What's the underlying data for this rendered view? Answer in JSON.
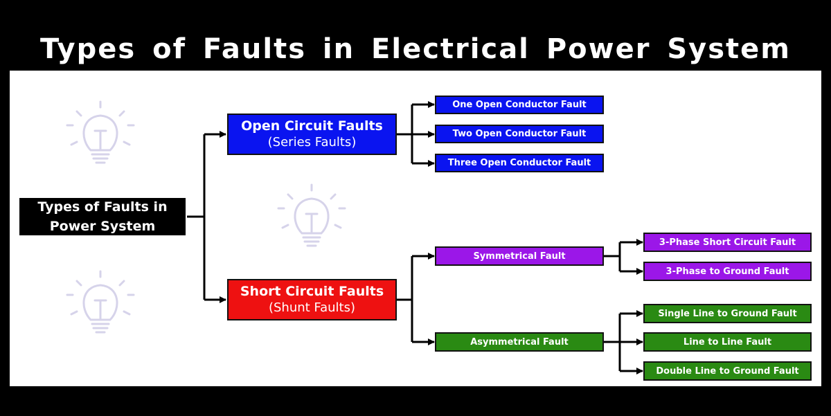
{
  "title": "Types of Faults in Electrical Power System",
  "colors": {
    "open": "#0a14f0",
    "short": "#ee1111",
    "symmetrical": "#9b17e8",
    "asymmetrical": "#2a8a13",
    "root": "#000000",
    "bulb": "#d6d3ea"
  },
  "diagram": {
    "root": {
      "line1": "Types of Faults in",
      "line2": "Power System"
    },
    "open_circuit": {
      "label": "Open Circuit Faults",
      "sub": "(Series Faults)",
      "children": [
        "One Open Conductor Fault",
        "Two Open Conductor Fault",
        "Three Open Conductor Fault"
      ]
    },
    "short_circuit": {
      "label": "Short Circuit Faults",
      "sub": "(Shunt Faults)",
      "symmetrical": {
        "label": "Symmetrical Fault",
        "children": [
          "3-Phase Short Circuit Fault",
          "3-Phase to Ground Fault"
        ]
      },
      "asymmetrical": {
        "label": "Asymmetrical Fault",
        "children": [
          "Single Line to Ground Fault",
          "Line to Line Fault",
          "Double Line to Ground Fault"
        ]
      }
    }
  }
}
